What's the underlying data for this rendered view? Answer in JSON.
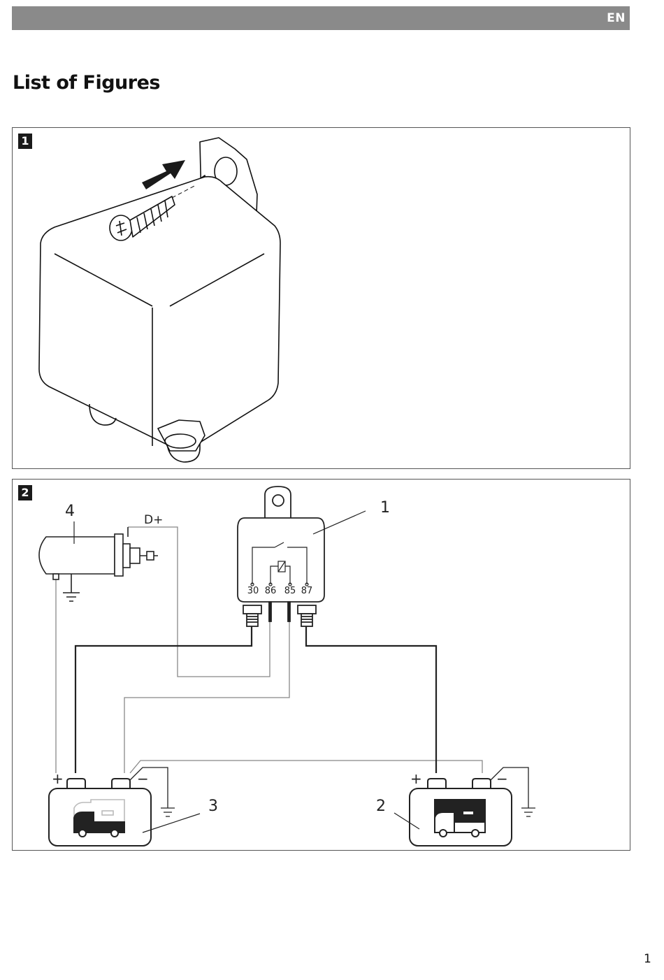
{
  "header": {
    "lang": "EN"
  },
  "page": {
    "title": "List of Figures",
    "number": "1"
  },
  "figures": [
    {
      "number": "1"
    },
    {
      "number": "2",
      "terminals": [
        "30",
        "86",
        "85",
        "87"
      ],
      "callouts": {
        "relay": "1",
        "battery_vehicle": "2",
        "battery_starter": "3",
        "alternator": "4"
      },
      "signal_label": "D+",
      "plus": "+",
      "minus": "−"
    }
  ]
}
